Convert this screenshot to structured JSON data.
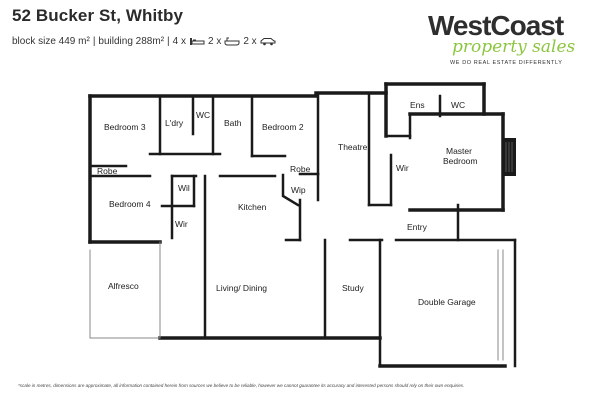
{
  "header": {
    "title": "52 Bucker St, Whitby",
    "block_size": "block size 449 m²",
    "building": "building 288m²",
    "separator_1": "|",
    "separator_2": "|",
    "bed_count": "4 x",
    "bath_count": "2 x",
    "car_count": "2 x",
    "icons": [
      "bed-icon",
      "bath-icon",
      "car-icon"
    ]
  },
  "logo": {
    "wordmark": "WestCoast",
    "script": "property sales",
    "tagline": "WE DO REAL ESTATE DIFFERENTLY",
    "accent_color": "#8cc63f"
  },
  "rooms": {
    "bedroom3": "Bedroom 3",
    "ldry": "L'dry",
    "wc1": "WC",
    "bath": "Bath",
    "bedroom2": "Bedroom 2",
    "theatre": "Theatre",
    "ens": "Ens",
    "wc2": "WC",
    "master": "Master",
    "master2": "Bedroom",
    "wir_master": "Wir",
    "robe1": "Robe",
    "robe2": "Robe",
    "wil": "Wil",
    "bedroom4": "Bedroom 4",
    "wir4": "Wir",
    "kitchen": "Kitchen",
    "wip": "Wip",
    "entry": "Entry",
    "alfresco": "Alfresco",
    "living": "Living/ Dining",
    "study": "Study",
    "garage": "Double Garage"
  },
  "disclaimer": "*scale in metres, dimensions are approximate, all information contained herein from sources we believe to be reliable, however we cannot guarantee its accuracy and interested persons should rely on their own enquiries."
}
